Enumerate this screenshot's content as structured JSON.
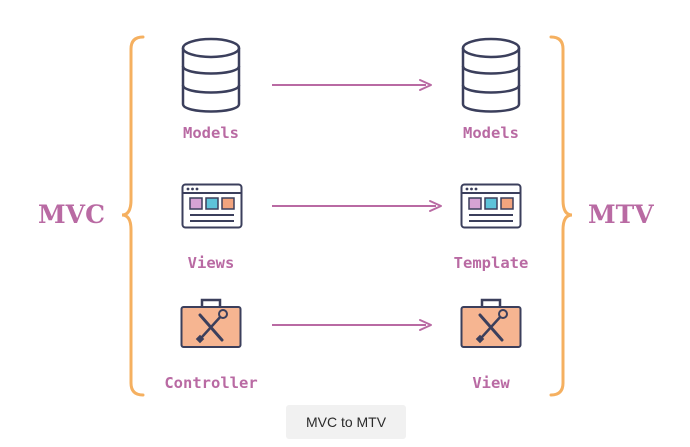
{
  "left_group": {
    "title": "MVC",
    "items": [
      "Models",
      "Views",
      "Controller"
    ]
  },
  "right_group": {
    "title": "MTV",
    "items": [
      "Models",
      "Template",
      "View"
    ]
  },
  "caption": "MVC to MTV",
  "colors": {
    "accent_text": "#b96aa3",
    "brace": "#f5b060",
    "arrow": "#b96aa3",
    "icon_stroke": "#3b3f5c",
    "toolbox": "#f6b591"
  },
  "icons": [
    "database-icon",
    "browser-window-icon",
    "toolbox-icon"
  ]
}
